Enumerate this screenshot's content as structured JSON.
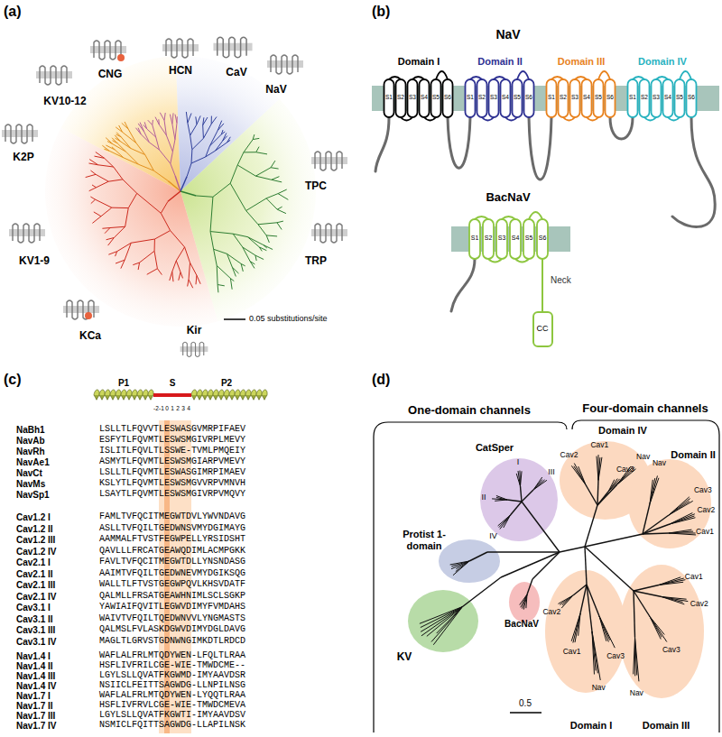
{
  "diagram": {
    "nodes": [
      {
        "text": [
          "CC"
        ]
      }
    ],
    "labels": [
      "(a)",
      "CNG",
      "HCN",
      "CaV",
      "NaV",
      "KV10-12",
      "K2P",
      "TPC",
      "TRP",
      "KV1-9",
      "KCa",
      "Kir",
      "0.05 substitutions/site",
      "(b)",
      "NaV",
      "Domain I",
      "Domain II",
      "Domain III",
      "Domain IV",
      "S1",
      "S2",
      "S3",
      "S4",
      "S5",
      "S6",
      "S1",
      "S2",
      "S3",
      "S4",
      "S5",
      "S6",
      "S1",
      "S2",
      "S3",
      "S4",
      "S5",
      "S6",
      "S1",
      "S2",
      "S3",
      "S4",
      "S5",
      "S6",
      "BacNaV",
      "S1",
      "S2",
      "S3",
      "S4",
      "S5",
      "S6",
      "Neck",
      "(c)",
      "P1",
      "S",
      "P2",
      "-2",
      "-1",
      "0",
      "1",
      "2",
      "3",
      "4",
      "NaBh1",
      "LSLLTLFQVVTLESWASGVMRPIFAEV",
      "NavAb",
      "ESFYTLFQVMTLESWSMGIVRPLMEVY",
      "NavRh",
      "ISLITLFQVLTLSSWE-TVMLPMQEIY",
      "NavAe1",
      "ASMYTLFQVMTLESWSMGIARPVMEVY",
      "NavCt",
      "LSLLTLFQVMTLESWASGIMRPIMAEV",
      "NavMs",
      "KSLYTLFQVMTLESWSMGVVRPVMNVH",
      "NavSp1",
      "LSAYTLFQVMTLESWSMGIVRPVMQVY",
      "Cav1.2 I",
      "FAMLTVFQCITMEGWTDVLYWVNDAVG",
      "Cav1.2 II",
      "ASLLTVFQILTGEDWNSVMYDGIMAYG",
      "Cav1.2 III",
      "AAMMALFTVSTFEGWPELLYRSIDSHT",
      "Cav1.2 IV",
      "QAVLLLFRCATGEAWQDIMLACMPGKK",
      "Cav2.1 I",
      "FAVLTVFQCITMEGWTDLLYNSNDASG",
      "Cav2.1 II",
      "AAIMTVFQILTGEDWNEVMYDGIKSQG",
      "Cav2.1 III",
      "WALLTLFTVSTGEGWPQVLKHSVDATF",
      "Cav2.1 IV",
      "QALMLLFRSATGEAWHNIMLSCLSGKP",
      "Cav3.1 I",
      "YAWIAIFQVITLEGWVDIMYFVMDAHS",
      "Cav3.1 II",
      "WAIVTVFQILTQEDWNVVLYNGMASTS",
      "Cav3.1 III",
      "QALMSLFVLASKDGWVDIMYDGLDAVG",
      "Cav3.1 IV",
      "MAGLTLGRVSTGDNWNGIMKDTLRDCD",
      "Nav1.4 I",
      "WAFLALFRLMTQDYWEN-LFQLTLRAA",
      "Nav1.4 II",
      "HSFLIVFRILCGE-WIE-TMWDCME--",
      "Nav1.4 III",
      "LGYLSLLQVATFKGWMD-IMYAAVDSR",
      "Nav1.4 IV",
      "NSIICLFEITTSAGWDG-LLNPILNSG",
      "Nav1.7 I",
      "WAFLALFRLMTQDYWEN-LYQQTLRAA",
      "Nav1.7 II",
      "HSFLIVFRVLCGE-WIE-TMWDCMEVA",
      "Nav1.7 III",
      "LGYLSLLQVATFKGWTI-IMYAAVDSV",
      "Nav1.7 IV",
      "NSMICLFQITTSAGWDG-LLAPILNSK",
      "(d)",
      "One-domain channels",
      "Four-domain channels",
      "CatSper",
      "II",
      "I",
      "III",
      "IV",
      "Protist 1-domain",
      "KV",
      "BacNaV",
      "Domain IV",
      "Cav2",
      "Cav1",
      "Nav",
      "Cav3",
      "Domain II",
      "Nav",
      "Cav3",
      "Cav2",
      "Cav1",
      "Domain III",
      "Cav1",
      "Cav2",
      "Cav3",
      "Nav",
      "Domain I",
      "Cav2",
      "Cav1",
      "Cav3",
      "Nav",
      "0.5"
    ]
  }
}
